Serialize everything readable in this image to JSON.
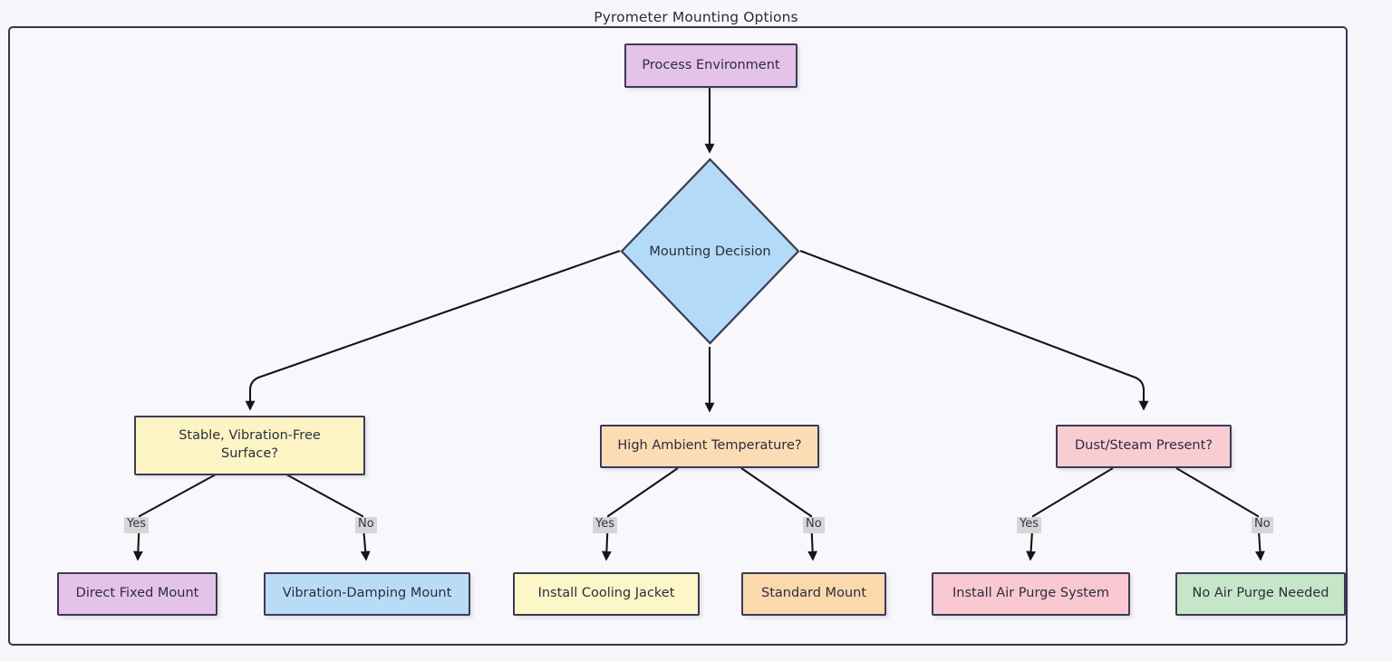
{
  "diagram": {
    "title": "Pyrometer Mounting Options",
    "type": "flowchart-decision-tree",
    "background_color": "#f7f7fb",
    "frame_border_color": "#36344f",
    "edge_color": "#1d1d26",
    "node_border_color": "#3b3a54",
    "edge_label_bg": "#d6d6d6"
  },
  "nodes": {
    "root": {
      "label": "Process Environment",
      "color": "#e4c3e8",
      "shape": "rect"
    },
    "decision": {
      "label": "Mounting Decision",
      "color": "#b3daf7",
      "shape": "diamond"
    },
    "branch1": {
      "label": "Stable, Vibration-Free Surface?",
      "line1": "Stable, Vibration-Free",
      "line2": "Surface?",
      "color": "#fcf4c4",
      "shape": "rect"
    },
    "branch2": {
      "label": "High Ambient Temperature?",
      "color": "#fbdcb4",
      "shape": "rect"
    },
    "branch3": {
      "label": "Dust/Steam Present?",
      "color": "#f9ccd2",
      "shape": "rect"
    },
    "leaf1": {
      "label": "Direct Fixed Mount",
      "color": "#e4c3e8",
      "shape": "rect"
    },
    "leaf2": {
      "label": "Vibration-Damping Mount",
      "color": "#b9dcf6",
      "shape": "rect"
    },
    "leaf3": {
      "label": "Install Cooling Jacket",
      "color": "#fdf6c8",
      "shape": "rect"
    },
    "leaf4": {
      "label": "Standard Mount",
      "color": "#fbd9ad",
      "shape": "rect"
    },
    "leaf5": {
      "label": "Install Air Purge System",
      "color": "#fac8d0",
      "shape": "rect"
    },
    "leaf6": {
      "label": "No Air Purge Needed",
      "color": "#c6e6c8",
      "shape": "rect"
    }
  },
  "edge_labels": {
    "b1_yes": "Yes",
    "b1_no": "No",
    "b2_yes": "Yes",
    "b2_no": "No",
    "b3_yes": "Yes",
    "b3_no": "No"
  },
  "edges": [
    {
      "from": "root",
      "to": "decision",
      "label": ""
    },
    {
      "from": "decision",
      "to": "branch1",
      "label": ""
    },
    {
      "from": "decision",
      "to": "branch2",
      "label": ""
    },
    {
      "from": "decision",
      "to": "branch3",
      "label": ""
    },
    {
      "from": "branch1",
      "to": "leaf1",
      "label": "Yes"
    },
    {
      "from": "branch1",
      "to": "leaf2",
      "label": "No"
    },
    {
      "from": "branch2",
      "to": "leaf3",
      "label": "Yes"
    },
    {
      "from": "branch2",
      "to": "leaf4",
      "label": "No"
    },
    {
      "from": "branch3",
      "to": "leaf5",
      "label": "Yes"
    },
    {
      "from": "branch3",
      "to": "leaf6",
      "label": "No"
    }
  ]
}
